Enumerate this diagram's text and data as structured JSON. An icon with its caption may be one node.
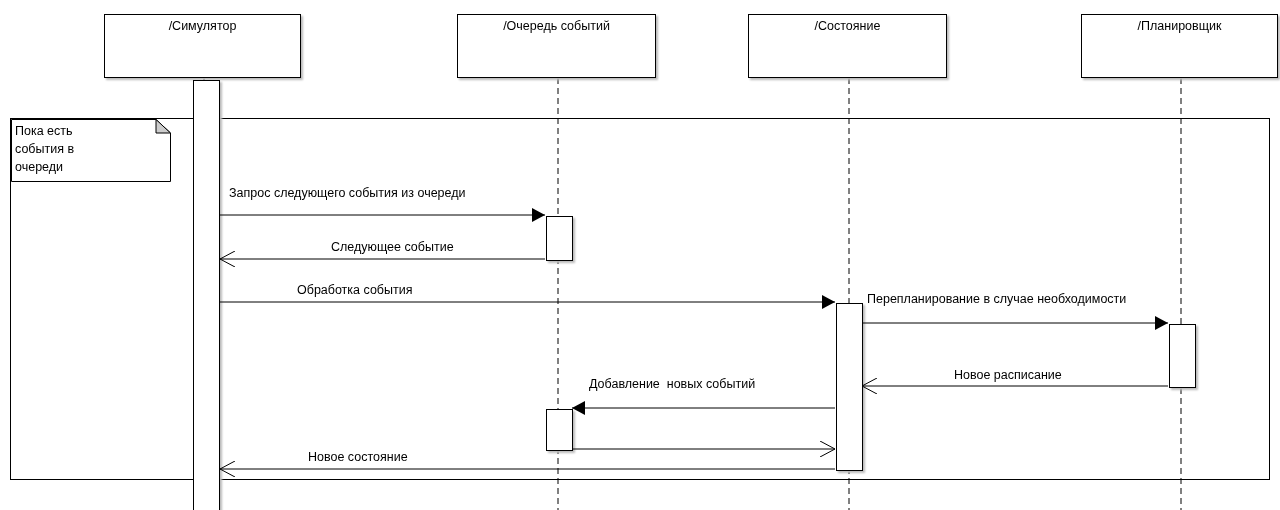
{
  "diagram": {
    "nodes": [
      {
        "text": [
          "/Симулятор"
        ]
      },
      {
        "text": [
          "/Очередь событий"
        ]
      },
      {
        "text": [
          "/Состояние"
        ]
      },
      {
        "text": [
          "/Планировщик"
        ]
      },
      {
        "text": [],
        "shape": "box"
      },
      {
        "text": [
          "Пока есть события в очереди"
        ],
        "in": 4
      },
      {
        "text": [],
        "shape": "bar"
      },
      {
        "text": [],
        "shape": "bar",
        "in": 4
      },
      {
        "text": [],
        "shape": "bar",
        "in": 4
      },
      {
        "text": [],
        "shape": "bar",
        "in": 4
      },
      {
        "text": [],
        "shape": "bar",
        "in": 4
      }
    ],
    "edges": [
      {
        "from": 6,
        "to": 7,
        "arrow": "to",
        "label": "Запрос следующего события из очереди"
      },
      {
        "from": 7,
        "to": 6,
        "arrow": "to",
        "label": "Следующее событие"
      },
      {
        "from": 6,
        "to": 8,
        "arrow": "to",
        "label": "Обработка события"
      },
      {
        "from": 8,
        "to": 9,
        "arrow": "to",
        "label": "Перепланирование в случае необходимости"
      },
      {
        "from": 9,
        "to": 8,
        "arrow": "to",
        "label": "Новое расписание"
      },
      {
        "from": 8,
        "to": 10,
        "arrow": "to",
        "label": "Добавление  новых событий"
      },
      {
        "from": 10,
        "to": 8,
        "arrow": "to"
      },
      {
        "from": 8,
        "to": 6,
        "arrow": "to",
        "label": "Новое состояние"
      }
    ]
  }
}
